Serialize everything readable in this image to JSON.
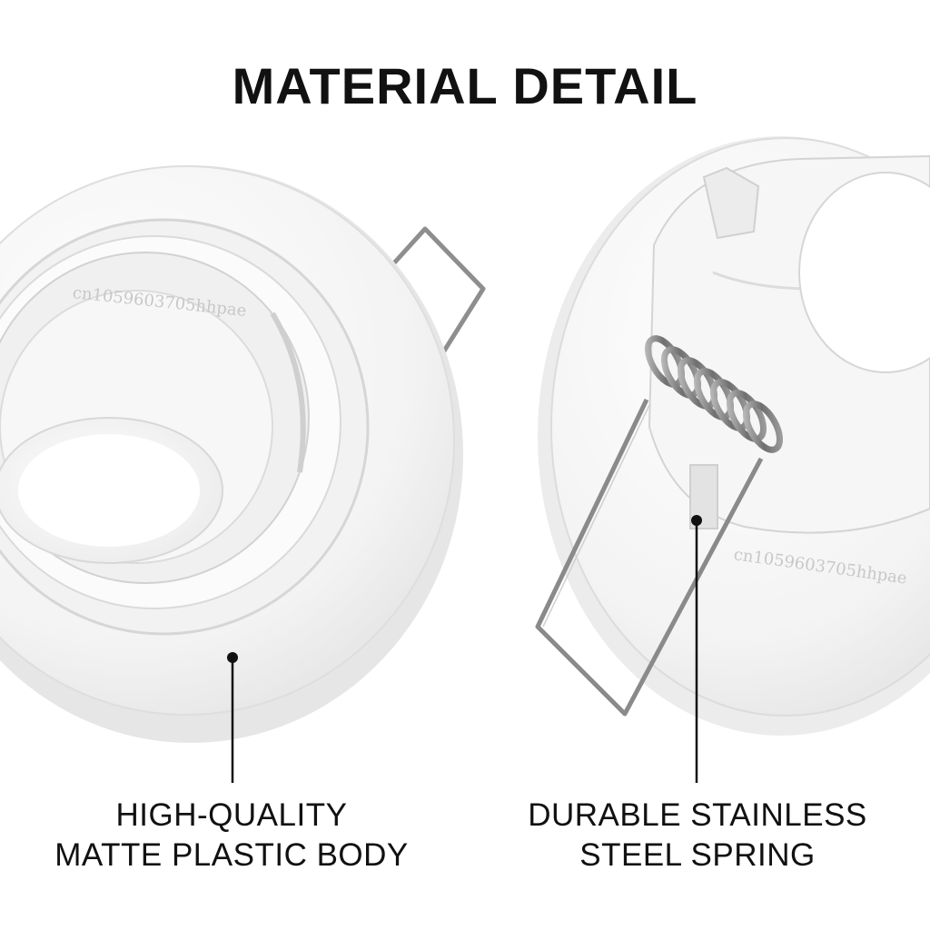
{
  "title": "MATERIAL DETAIL",
  "callouts": [
    {
      "line1": "HIGH-QUALITY",
      "line2": "MATTE PLASTIC BODY"
    },
    {
      "line1": "DURABLE STAINLESS",
      "line2": "STEEL SPRING"
    }
  ],
  "watermark": "cn1059603705hhpae",
  "colors": {
    "background": "#ffffff",
    "text": "#111111",
    "plastic": "#f4f4f4",
    "plastic_shadow": "#dcdcdc",
    "steel": "#8a8a8a"
  }
}
